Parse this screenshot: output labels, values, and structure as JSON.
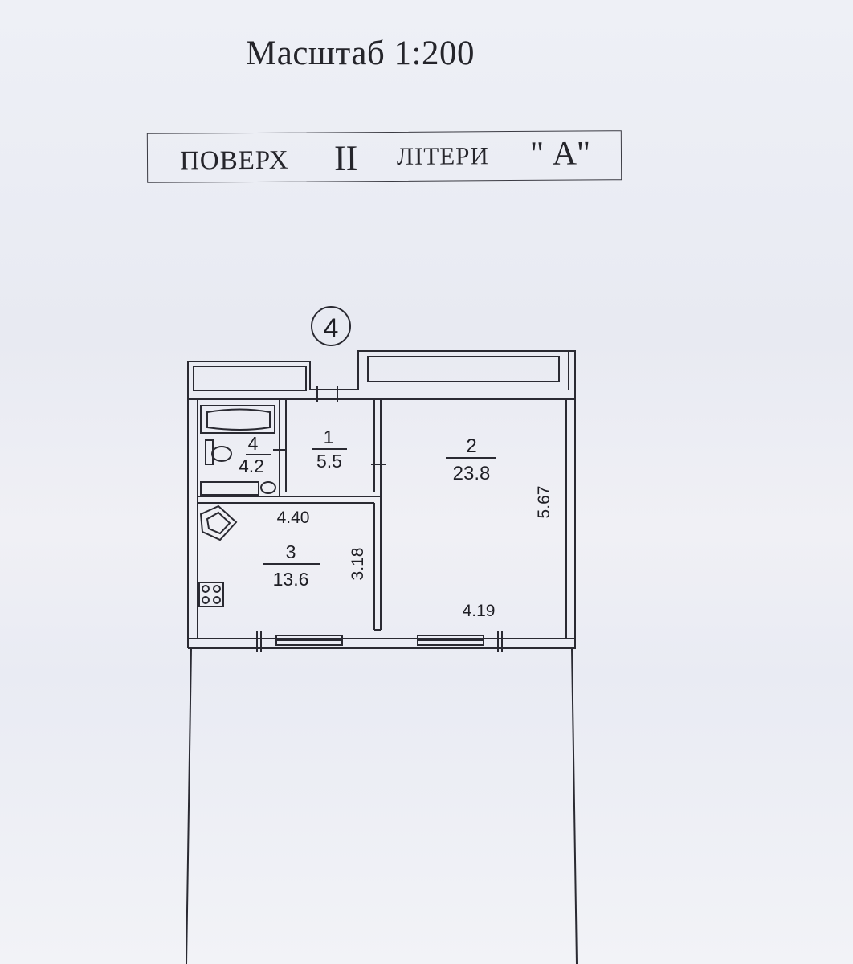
{
  "scale_label": "Масштаб 1:200",
  "header": {
    "floor_label": "ПОВЕРХ",
    "floor_number": "II",
    "letter_label": "ЛІТЕРИ",
    "letter_value": "\" А\""
  },
  "apartment_number": "4",
  "rooms": [
    {
      "number": "1",
      "area": "5.5"
    },
    {
      "number": "2",
      "area": "23.8"
    },
    {
      "number": "3",
      "area": "13.6"
    },
    {
      "number": "4",
      "area": "4.2"
    }
  ],
  "dimensions": {
    "kitchen_width": "4.40",
    "kitchen_depth": "3.18",
    "room_length": "5.67",
    "room_width": "4.19"
  }
}
